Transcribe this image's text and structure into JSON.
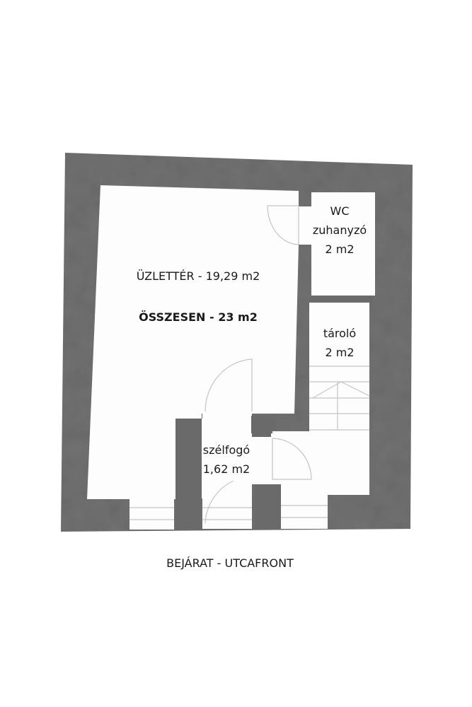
{
  "plan": {
    "main_room": {
      "name": "ÜZLETTÉR - 19,29 m2"
    },
    "total": "ÖSSZESEN - 23 m2",
    "wc": {
      "line1": "WC",
      "line2": "zuhanyzó",
      "area": "2 m2"
    },
    "storage": {
      "name": "tároló",
      "area": "2 m2"
    },
    "vestibule": {
      "name": "szélfogó",
      "area": "1,62 m2"
    },
    "entrance": "BEJÁRAT - UTCAFRONT"
  },
  "colors": {
    "wall": "#6f6f6f",
    "wall_dark": "#5a5a5a",
    "line": "#c4c4c4"
  }
}
